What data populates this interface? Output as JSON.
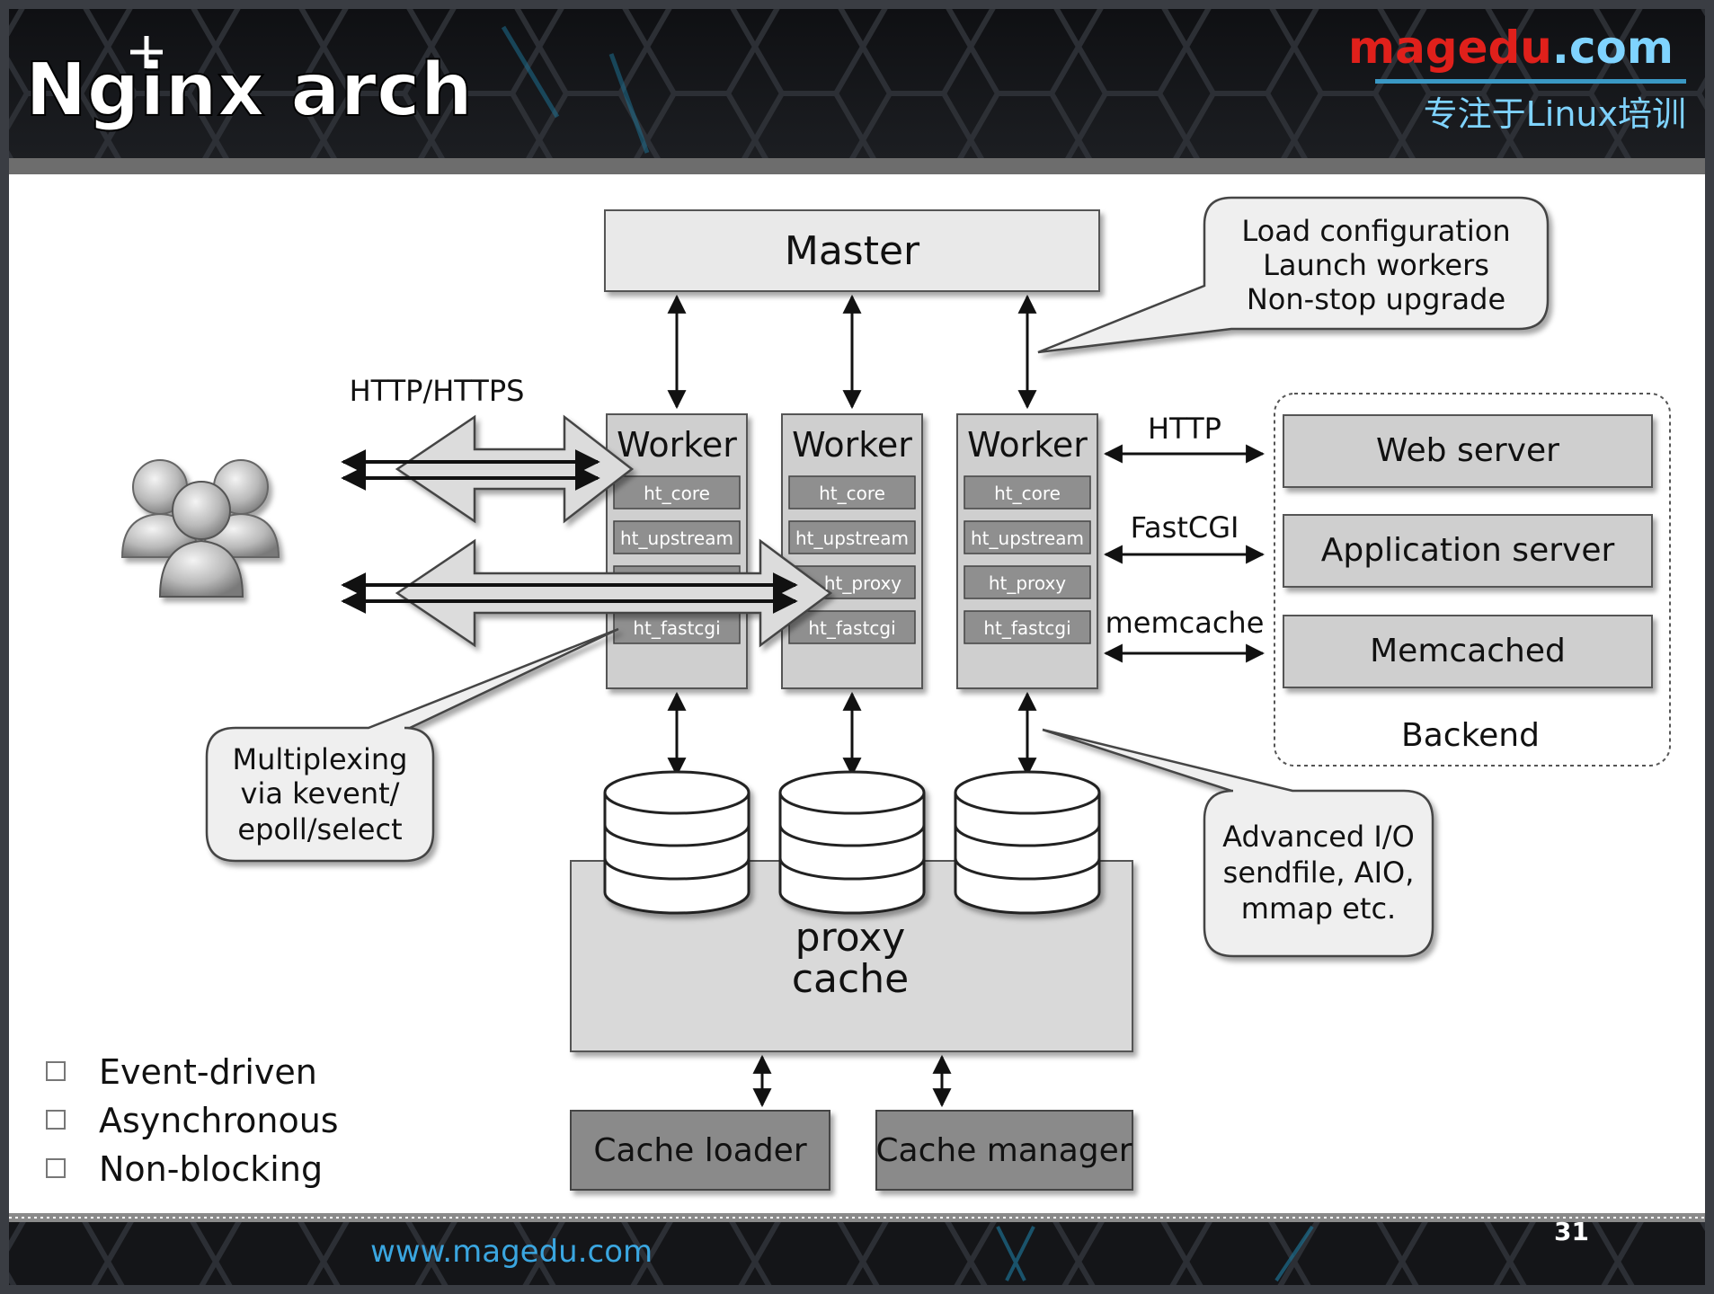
{
  "header": {
    "title": "Nginx arch",
    "brand_main": "magedu",
    "brand_suffix": ".com",
    "brand_tagline": "专注于Linux培训",
    "brand_color": "#e0201b",
    "tagline_color": "#7fd3ff"
  },
  "diagram": {
    "master_label": "Master",
    "workers": [
      {
        "title": "Worker",
        "modules": [
          "ht_core",
          "ht_upstream",
          "",
          "ht_fastcgi"
        ]
      },
      {
        "title": "Worker",
        "modules": [
          "ht_core",
          "ht_upstream",
          "ht_proxy",
          "ht_fastcgi"
        ]
      },
      {
        "title": "Worker",
        "modules": [
          "ht_core",
          "ht_upstream",
          "ht_proxy",
          "ht_fastcgi"
        ]
      }
    ],
    "callout_master": [
      "Load configuration",
      "Launch workers",
      "Non-stop upgrade"
    ],
    "protocol_client": "HTTP/HTTPS",
    "protocol_http": "HTTP",
    "protocol_fastcgi": "FastCGI",
    "protocol_memcache": "memcache",
    "backend": {
      "items": [
        "Web server",
        "Application server",
        "Memcached"
      ],
      "label": "Backend"
    },
    "callout_multiplex": [
      "Multiplexing",
      "via kevent/",
      "epoll/select"
    ],
    "callout_io": [
      "Advanced I/O",
      "sendfile, AIO,",
      "mmap etc."
    ],
    "proxy_cache": [
      "proxy",
      "cache"
    ],
    "cache_loader": "Cache loader",
    "cache_manager": "Cache manager",
    "users_icon": "users-icon",
    "disk_icon": "database-icon"
  },
  "bullets": [
    "Event-driven",
    "Asynchronous",
    "Non-blocking"
  ],
  "footer": {
    "url": "www.magedu.com",
    "page_number": "31"
  }
}
